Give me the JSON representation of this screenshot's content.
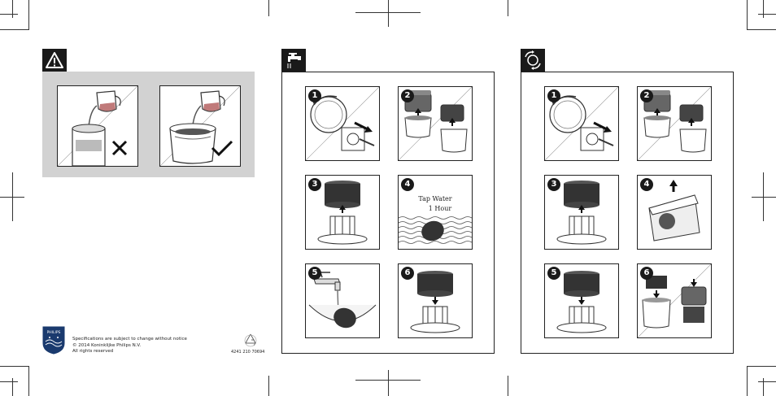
{
  "footer": {
    "brand": "PHILIPS",
    "line1": "Specifications are subject to change without notice",
    "line2": "© 2014 Koninklijke Philips N.V.",
    "line3": "All rights reserved",
    "code": "4241 210 70694"
  },
  "middle_panel": {
    "step_labels": [
      "1",
      "2",
      "3",
      "4",
      "5",
      "6"
    ],
    "tap_water": "Tap Water",
    "duration": "1 Hour"
  },
  "right_panel": {
    "step_labels": [
      "1",
      "2",
      "3",
      "4",
      "5",
      "6"
    ]
  },
  "icons": {
    "warning": "warning-icon",
    "tap": "tap-water-icon",
    "replace": "filter-replace-icon",
    "wrong": "cross-mark-icon",
    "right": "check-mark-icon",
    "recycle": "recycle-icon"
  }
}
